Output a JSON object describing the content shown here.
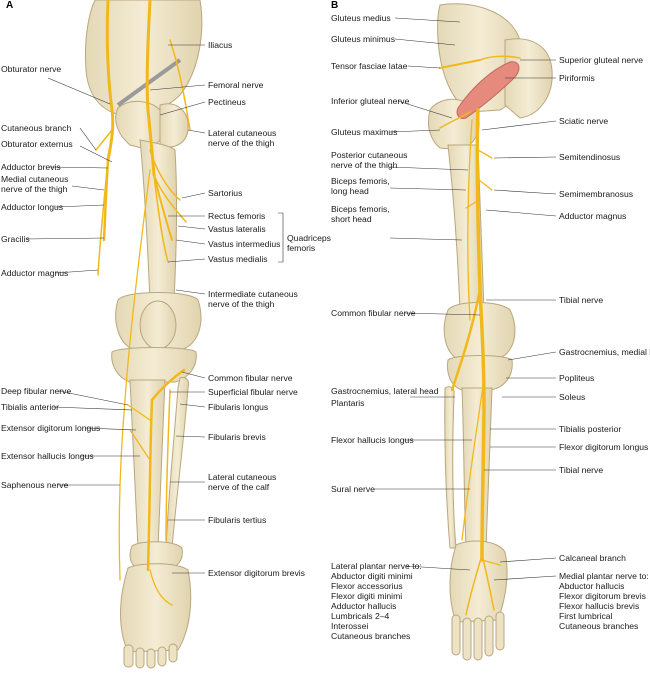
{
  "panel_a": {
    "letter": "A",
    "labels": {
      "iliacus": "Iliacus",
      "obturator_nerve": "Obturator nerve",
      "femoral_nerve": "Femoral nerve",
      "pectineus": "Pectineus",
      "cutaneous_branch": "Cutaneous branch",
      "obturator_externus": "Obturator externus",
      "lateral_cutaneous_thigh": "Lateral cutaneous\nnerve of the thigh",
      "adductor_brevis": "Adductor brevis",
      "medial_cutaneous_thigh": "Medial cutaneous\nnerve of the thigh",
      "sartorius": "Sartorius",
      "adductor_longus": "Adductor longus",
      "rectus_femoris": "Rectus femoris",
      "vastus_lateralis": "Vastus lateralis",
      "gracilis": "Gracilis",
      "vastus_intermedius": "Vastus intermedius",
      "quadriceps_femoris": "Quadriceps\nfemoris",
      "vastus_medialis": "Vastus medialis",
      "adductor_magnus": "Adductor magnus",
      "intermediate_cutaneous_thigh": "Intermediate cutaneous\nnerve of the thigh",
      "common_fibular_nerve": "Common fibular nerve",
      "deep_fibular_nerve": "Deep fibular nerve",
      "superficial_fibular_nerve": "Superficial fibular nerve",
      "tibialis_anterior": "Tibialis anterior",
      "fibularis_longus": "Fibularis longus",
      "extensor_digitorum_longus": "Extensor digitorum longus",
      "fibularis_brevis": "Fibularis brevis",
      "extensor_hallucis_longus": "Extensor hallucis longus",
      "saphenous_nerve": "Saphenous nerve",
      "lateral_cutaneous_calf": "Lateral cutaneous\nnerve of the calf",
      "fibularis_tertius": "Fibularis tertius",
      "extensor_digitorum_brevis": "Extensor digitorum brevis"
    }
  },
  "panel_b": {
    "letter": "B",
    "labels": {
      "gluteus_medius": "Gluteus medius",
      "gluteus_minimus": "Gluteus minimus",
      "superior_gluteal_nerve": "Superior gluteal nerve",
      "tensor_fasciae_latae": "Tensor fasciae latae",
      "piriformis": "Piriformis",
      "inferior_gluteal_nerve": "Inferior gluteal nerve",
      "sciatic_nerve": "Sciatic nerve",
      "gluteus_maximus": "Gluteus maximus",
      "posterior_cutaneous_thigh": "Posterior cutaneous\nnerve of the thigh",
      "semitendinosus": "Semitendinosus",
      "biceps_long_head": "Biceps femoris,\nlong head",
      "semimembranosus": "Semimembranosus",
      "biceps_short_head": "Biceps femoris,\nshort head",
      "adductor_magnus": "Adductor magnus",
      "tibial_nerve_upper": "Tibial nerve",
      "common_fibular_nerve": "Common fibular nerve",
      "gastrocnemius_medial": "Gastrocnemius, medial head",
      "popliteus": "Popliteus",
      "gastrocnemius_lateral": "Gastrocnemius, lateral head",
      "plantaris": "Plantaris",
      "soleus": "Soleus",
      "tibialis_posterior": "Tibialis posterior",
      "flexor_hallucis_longus": "Flexor hallucis longus",
      "flexor_digitorum_longus": "Flexor digitorum longus",
      "tibial_nerve_lower": "Tibial nerve",
      "sural_nerve": "Sural nerve",
      "calcaneal_branch": "Calcaneal branch",
      "lateral_plantar_list": "Lateral plantar nerve to:\nAbductor digiti minimi\nFlexor accessorius\nFlexor digiti minimi\nAdductor hallucis\nLumbricals 2–4\nInterossei\nCutaneous branches",
      "medial_plantar_list": "Medial plantar nerve to:\nAbductor hallucis\nFlexor digitorum brevis\nFlexor hallucis brevis\nFirst lumbrical\nCutaneous branches"
    }
  },
  "colors": {
    "bone": "#ede3c4",
    "bone_outline": "#b9a77f",
    "nerve": "#f2b81b",
    "muscle": "#e58a7c",
    "leader_line": "#333333",
    "text": "#1a1a1a"
  }
}
